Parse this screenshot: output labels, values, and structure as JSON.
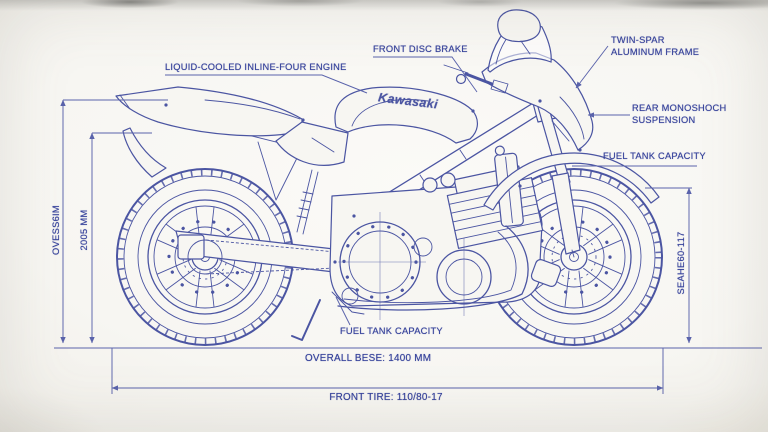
{
  "theme": {
    "bg": "#f7f6f2",
    "line": "#4b55a2",
    "dim": "#5a63ab",
    "label": "#36429b"
  },
  "diagram": {
    "brand_logo": "Kawasaki",
    "callouts": {
      "engine": "LIQUID-COOLED INLINE-FOUR ENGINE",
      "front_brake": "FRONT DISC BRAKE",
      "frame": [
        "TWIN-SPAR",
        "ALUMINUM FRAME"
      ],
      "rear_suspension": [
        "REAR MONOSHOCH",
        "SUSPENSION"
      ],
      "fuel_tank_right": "FUEL TANK CAPACITY",
      "fuel_tank_bottom": "FUEL TANK CAPACITY"
    },
    "dimensions": {
      "overall_height_left": "OVESS6IM",
      "height_left_inner": "2005 MM",
      "seat_height_right": "SEAHE60-117",
      "overall_base": "OVERALL BESE: 1400 MM",
      "front_tire": "FRONT TIRE: 110/80-17"
    }
  }
}
